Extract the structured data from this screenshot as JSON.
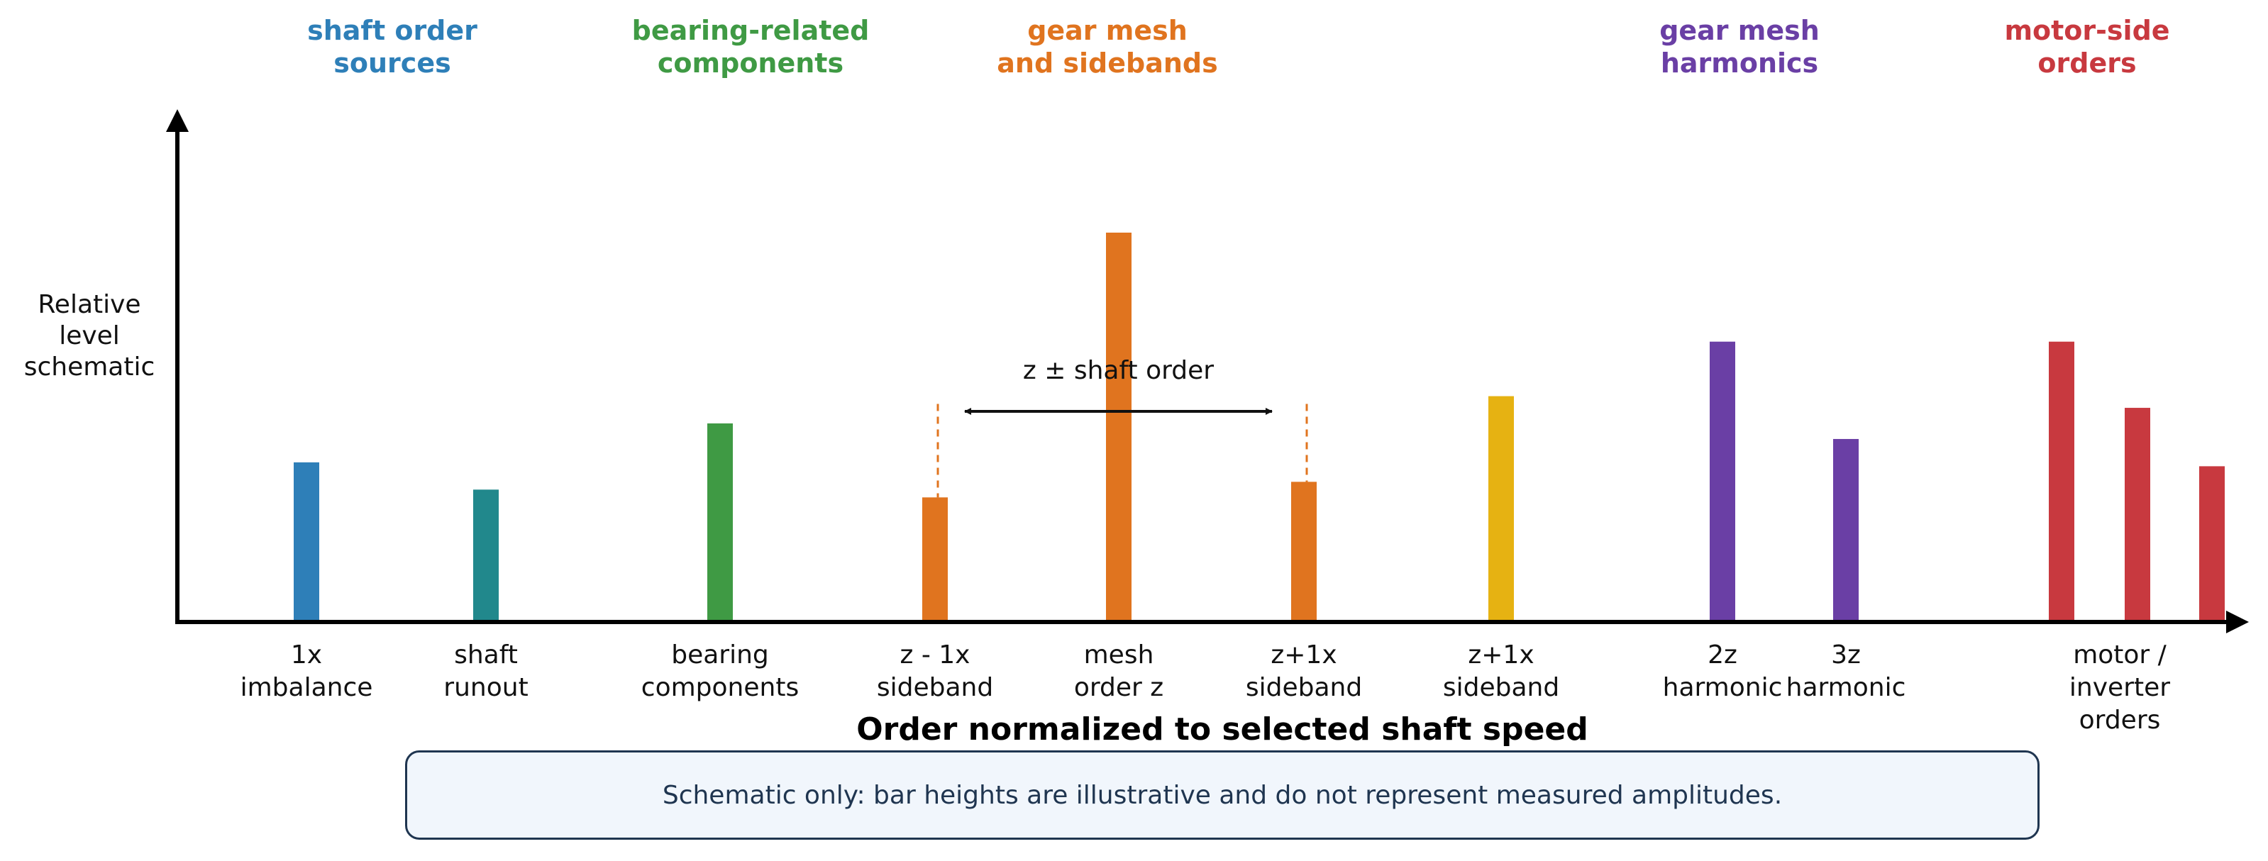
{
  "chart_data": {
    "type": "bar",
    "title": "",
    "xlabel": "Order normalized to selected shaft speed",
    "ylabel": [
      "Relative",
      "level",
      "schematic"
    ],
    "ylim": [
      0,
      1
    ],
    "grid": false,
    "groups": [
      {
        "label": [
          "shaft order",
          "sources"
        ],
        "color": "#2e7fb8"
      },
      {
        "label": [
          "bearing-related",
          "components"
        ],
        "color": "#3f9a44"
      },
      {
        "label": [
          "gear mesh",
          "and sidebands"
        ],
        "color": "#e0741f"
      },
      {
        "label": [
          "gear mesh",
          "harmonics"
        ],
        "color": "#6a3fa5"
      },
      {
        "label": [
          "motor-side",
          "orders"
        ],
        "color": "#c8393f"
      }
    ],
    "categories": [
      [
        "1x",
        "imbalance"
      ],
      [
        "shaft",
        "runout"
      ],
      [
        "bearing",
        "components"
      ],
      [
        "z - 1x",
        "sideband"
      ],
      [
        "mesh",
        "order z"
      ],
      [
        "z+1x",
        "sideband"
      ],
      [
        "z+1x",
        "sideband"
      ],
      [
        "2z",
        "harmonic"
      ],
      [
        "3z",
        "harmonic"
      ],
      [
        "motor /",
        "inverter",
        "orders"
      ]
    ],
    "bars": [
      {
        "category": 0,
        "value": 0.41,
        "color": "#2e7fb8"
      },
      {
        "category": 1,
        "value": 0.34,
        "color": "#21888c"
      },
      {
        "category": 2,
        "value": 0.51,
        "color": "#3f9a44"
      },
      {
        "category": 3,
        "value": 0.32,
        "color": "#e0741f"
      },
      {
        "category": 4,
        "value": 1.0,
        "color": "#e0741f"
      },
      {
        "category": 5,
        "value": 0.36,
        "color": "#e0741f"
      },
      {
        "category": 6,
        "value": 0.58,
        "color": "#e6b212"
      },
      {
        "category": 7,
        "value": 0.72,
        "color": "#6a3fa5"
      },
      {
        "category": 8,
        "value": 0.47,
        "color": "#6a3fa5"
      },
      {
        "category": 9,
        "value": 0.72,
        "color": "#c8393f"
      },
      {
        "category": 9,
        "value": 0.55,
        "color": "#c8393f"
      },
      {
        "category": 9,
        "value": 0.4,
        "color": "#c8393f"
      }
    ],
    "dashed_markers": [
      {
        "category": 3,
        "value": 0.56,
        "color": "#e0741f"
      },
      {
        "category": 5,
        "value": 0.56,
        "color": "#e0741f"
      }
    ],
    "annotations": [
      {
        "text": "z ± shaft order",
        "from_category": 3,
        "to_category": 5
      }
    ]
  },
  "note": "Schematic only: bar heights are illustrative and do not represent measured amplitudes."
}
